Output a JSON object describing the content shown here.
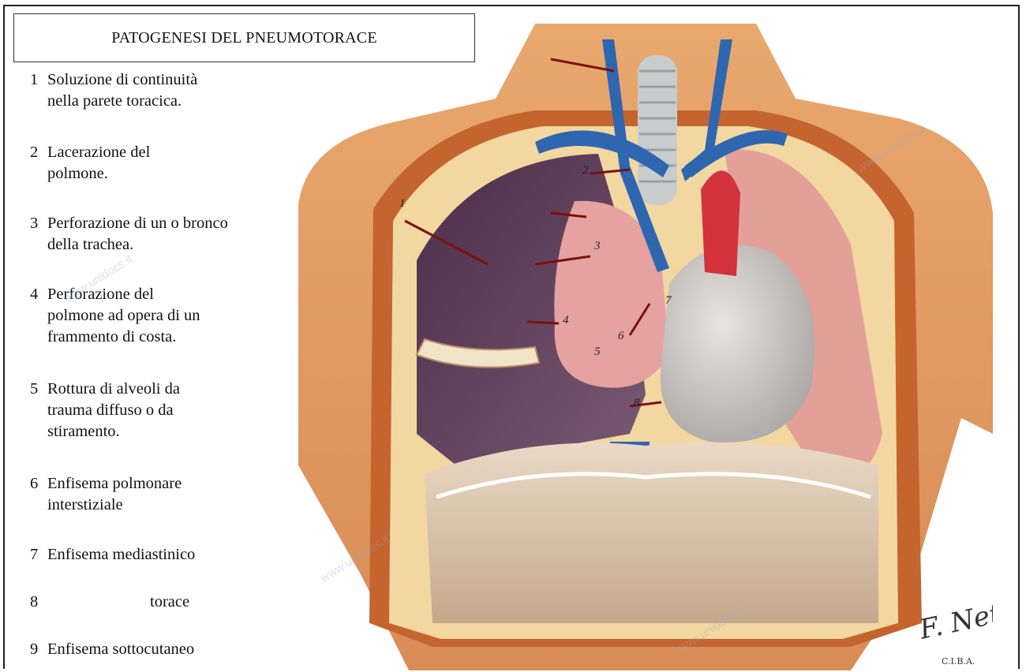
{
  "title": "PATOGENESI DEL PNEUMOTORACE",
  "legend": [
    {
      "num": "1",
      "lines": [
        "Soluzione di continuità",
        "nella parete toracica."
      ]
    },
    {
      "num": "2",
      "lines": [
        "Lacerazione del",
        "polmone."
      ]
    },
    {
      "num": "3",
      "lines": [
        "Perforazione di un o bronco",
        "della trachea."
      ]
    },
    {
      "num": "4",
      "lines": [
        "Perforazione del",
        "polmone ad opera di un",
        "frammento di costa."
      ]
    },
    {
      "num": "5",
      "lines": [
        "Rottura di alveoli da",
        "trauma diffuso o da",
        "stiramento."
      ]
    },
    {
      "num": "6",
      "lines": [
        "Enfisema polmonare",
        "interstiziale"
      ]
    },
    {
      "num": "7",
      "lines": [
        "Enfisema mediastinico"
      ]
    },
    {
      "num": "8",
      "lines": [
        "torace"
      ]
    },
    {
      "num": "9",
      "lines": [
        "Enfisema sottocutaneo"
      ]
    }
  ],
  "illustration": {
    "description_icon": "thorax-anatomy-illustration",
    "signature": "F. Netter",
    "signature_sub": "C.I.B.A.",
    "callouts": [
      "1",
      "2",
      "3",
      "4",
      "5",
      "6",
      "7",
      "8"
    ]
  },
  "watermark": "www.unidocs.it"
}
